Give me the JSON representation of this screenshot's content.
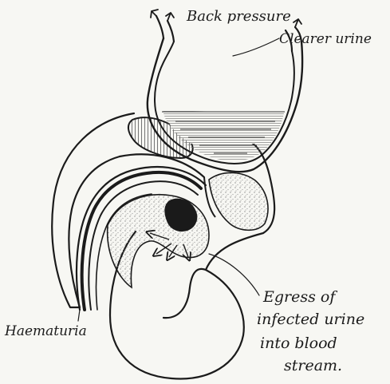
{
  "colors": {
    "ink": "#1b1b1b",
    "paper": "#f7f7f3",
    "stipple": "#9a9a9a",
    "dark_mass": "#1a1a1a"
  },
  "labels": {
    "back_pressure": "Back pressure",
    "clearer_urine": "Clearer urine",
    "haematuria": "Haematuria",
    "egress_line1": "Egress of",
    "egress_line2": "infected urine",
    "egress_line3": "into blood",
    "egress_line4": "stream."
  }
}
